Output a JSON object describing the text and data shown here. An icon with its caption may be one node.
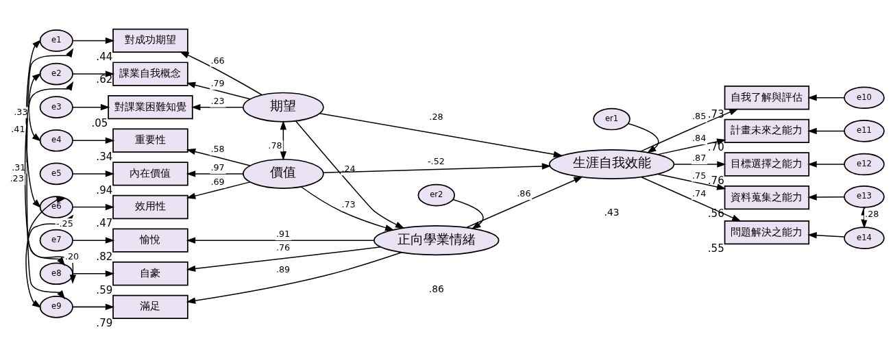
{
  "diagram": {
    "nodes": [
      {
        "text": [
          "期望"
        ]
      },
      {
        "text": [
          "價值"
        ]
      },
      {
        "text": [
          "正向學業情緒"
        ],
        "beside": [
          ".86"
        ]
      },
      {
        "text": [
          "生涯自我效能"
        ],
        "beside": [
          ".43"
        ]
      },
      {
        "text": [
          "對成功期望"
        ],
        "beside": [
          ".44"
        ]
      },
      {
        "text": [
          "課業自我概念"
        ],
        "beside": [
          ".62"
        ]
      },
      {
        "text": [
          "對課業困難知覺"
        ],
        "beside": [
          ".05"
        ]
      },
      {
        "text": [
          "重要性"
        ],
        "beside": [
          ".34"
        ]
      },
      {
        "text": [
          "內在價值"
        ],
        "beside": [
          ".94"
        ]
      },
      {
        "text": [
          "效用性"
        ],
        "beside": [
          ".47"
        ]
      },
      {
        "text": [
          "愉悅"
        ],
        "beside": [
          ".82"
        ]
      },
      {
        "text": [
          "自豪"
        ],
        "beside": [
          ".59"
        ]
      },
      {
        "text": [
          "滿足"
        ],
        "beside": [
          ".79"
        ]
      },
      {
        "text": [
          "自我了解與評估"
        ],
        "beside": [
          ".73"
        ]
      },
      {
        "text": [
          "計畫未來之能力"
        ],
        "beside": [
          ".70"
        ]
      },
      {
        "text": [
          "目標選擇之能力"
        ],
        "beside": [
          ".76"
        ]
      },
      {
        "text": [
          "資料蒐集之能力"
        ],
        "beside": [
          ".56"
        ]
      },
      {
        "text": [
          "問題解決之能力"
        ],
        "beside": [
          ".55"
        ]
      },
      {
        "text": [
          "e1"
        ]
      },
      {
        "text": [
          "e2"
        ]
      },
      {
        "text": [
          "e3"
        ]
      },
      {
        "text": [
          "e4"
        ]
      },
      {
        "text": [
          "e5"
        ]
      },
      {
        "text": [
          "e6"
        ]
      },
      {
        "text": [
          "e7"
        ]
      },
      {
        "text": [
          "e8"
        ]
      },
      {
        "text": [
          "e9"
        ]
      },
      {
        "text": [
          "e10"
        ]
      },
      {
        "text": [
          "e11"
        ]
      },
      {
        "text": [
          "e12"
        ]
      },
      {
        "text": [
          "e13"
        ]
      },
      {
        "text": [
          "e14"
        ]
      },
      {
        "text": [
          "er1"
        ]
      },
      {
        "text": [
          "er2"
        ]
      }
    ],
    "edges": [
      {
        "from": 18,
        "to": 4,
        "arrow": "to"
      },
      {
        "from": 19,
        "to": 5,
        "arrow": "to"
      },
      {
        "from": 20,
        "to": 6,
        "arrow": "to"
      },
      {
        "from": 21,
        "to": 7,
        "arrow": "to"
      },
      {
        "from": 22,
        "to": 8,
        "arrow": "to"
      },
      {
        "from": 23,
        "to": 9,
        "arrow": "to"
      },
      {
        "from": 24,
        "to": 10,
        "arrow": "to"
      },
      {
        "from": 25,
        "to": 11,
        "arrow": "to"
      },
      {
        "from": 26,
        "to": 12,
        "arrow": "to"
      },
      {
        "from": 27,
        "to": 13,
        "arrow": "to"
      },
      {
        "from": 28,
        "to": 14,
        "arrow": "to"
      },
      {
        "from": 29,
        "to": 15,
        "arrow": "to"
      },
      {
        "from": 30,
        "to": 16,
        "arrow": "to"
      },
      {
        "from": 31,
        "to": 17,
        "arrow": "to"
      },
      {
        "from": 0,
        "to": 4,
        "arrow": "to",
        "label": ".66"
      },
      {
        "from": 0,
        "to": 5,
        "arrow": "to",
        "label": ".79"
      },
      {
        "from": 0,
        "to": 6,
        "arrow": "to",
        "label": ".23"
      },
      {
        "from": 1,
        "to": 7,
        "arrow": "to",
        "label": ".58"
      },
      {
        "from": 1,
        "to": 8,
        "arrow": "to",
        "label": ".97"
      },
      {
        "from": 1,
        "to": 9,
        "arrow": "to",
        "label": ".69"
      },
      {
        "from": 2,
        "to": 10,
        "arrow": "to",
        "label": ".91"
      },
      {
        "from": 2,
        "to": 11,
        "arrow": "to",
        "label": ".76"
      },
      {
        "from": 2,
        "to": 12,
        "arrow": "to",
        "label": ".89"
      },
      {
        "from": 3,
        "to": 13,
        "arrow": "to",
        "label": ".85"
      },
      {
        "from": 3,
        "to": 14,
        "arrow": "to",
        "label": ".84"
      },
      {
        "from": 3,
        "to": 15,
        "arrow": "to",
        "label": ".87"
      },
      {
        "from": 3,
        "to": 16,
        "arrow": "to",
        "label": ".75"
      },
      {
        "from": 3,
        "to": 17,
        "arrow": "to",
        "label": ".74"
      },
      {
        "from": 0,
        "to": 2,
        "arrow": "to",
        "label": ".24"
      },
      {
        "from": 0,
        "to": 3,
        "arrow": "to",
        "label": ".28"
      },
      {
        "from": 1,
        "to": 2,
        "arrow": "to",
        "label": ".73"
      },
      {
        "from": 1,
        "to": 3,
        "arrow": "to",
        "label": "-.52"
      },
      {
        "from": 2,
        "to": 3,
        "arrow": "to",
        "label": ".86"
      },
      {
        "from": 33,
        "to": 2,
        "arrow": "to"
      },
      {
        "from": 32,
        "to": 3,
        "arrow": "to"
      },
      {
        "from": 0,
        "to": 1,
        "arrow": "both",
        "label": ".78"
      },
      {
        "from": 18,
        "to": 23,
        "arrow": "both",
        "label": ".41"
      },
      {
        "from": 19,
        "to": 21,
        "arrow": "both",
        "label": ".33"
      },
      {
        "from": 18,
        "to": 26,
        "arrow": "both",
        "label": ".31"
      },
      {
        "from": 19,
        "to": 25,
        "arrow": "both",
        "label": ".23"
      },
      {
        "from": 23,
        "to": 25,
        "arrow": "both",
        "label": ".20"
      },
      {
        "from": 23,
        "to": 26,
        "arrow": "both",
        "label": "-.25"
      },
      {
        "from": 30,
        "to": 31,
        "arrow": "both",
        "label": ".28"
      }
    ]
  }
}
